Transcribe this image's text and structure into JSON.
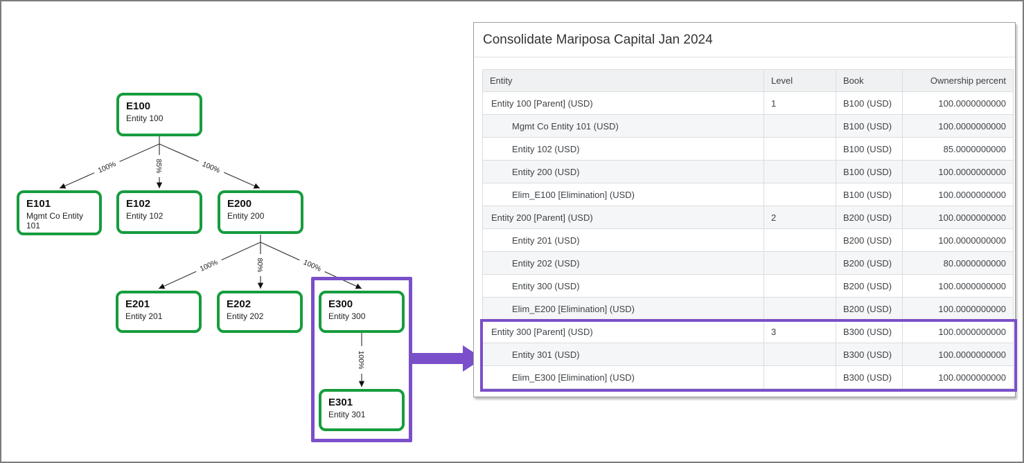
{
  "colors": {
    "node_border_green": "#169c3e",
    "highlight_purple": "#7a4fc9",
    "header_row_bg": "#f0f1f2",
    "zebra_row_bg": "#f5f6f7"
  },
  "diagram": {
    "nodes": [
      {
        "id": "E100",
        "name": "Entity 100"
      },
      {
        "id": "E101",
        "name": "Mgmt Co Entity 101"
      },
      {
        "id": "E102",
        "name": "Entity 102"
      },
      {
        "id": "E200",
        "name": "Entity 200"
      },
      {
        "id": "E201",
        "name": "Entity 201"
      },
      {
        "id": "E202",
        "name": "Entity 202"
      },
      {
        "id": "E300",
        "name": "Entity 300"
      },
      {
        "id": "E301",
        "name": "Entity 301"
      }
    ],
    "edges": [
      {
        "from": "E100",
        "to": "E101",
        "label": "100%"
      },
      {
        "from": "E100",
        "to": "E102",
        "label": "85%"
      },
      {
        "from": "E100",
        "to": "E200",
        "label": "100%"
      },
      {
        "from": "E200",
        "to": "E201",
        "label": "100%"
      },
      {
        "from": "E200",
        "to": "E202",
        "label": "80%"
      },
      {
        "from": "E200",
        "to": "E300",
        "label": "100%"
      },
      {
        "from": "E300",
        "to": "E301",
        "label": "100%"
      }
    ]
  },
  "panel": {
    "title": "Consolidate Mariposa Capital Jan 2024",
    "table": {
      "columns": [
        "Entity",
        "Level",
        "Book",
        "Ownership percent"
      ],
      "rows": [
        {
          "entity": "Entity 100 [Parent] (USD)",
          "level": "1",
          "book": "B100 (USD)",
          "ownership": "100.0000000000",
          "indent": false
        },
        {
          "entity": "Mgmt Co Entity 101 (USD)",
          "level": "",
          "book": "B100 (USD)",
          "ownership": "100.0000000000",
          "indent": true
        },
        {
          "entity": "Entity 102 (USD)",
          "level": "",
          "book": "B100 (USD)",
          "ownership": "85.0000000000",
          "indent": true
        },
        {
          "entity": "Entity 200 (USD)",
          "level": "",
          "book": "B100 (USD)",
          "ownership": "100.0000000000",
          "indent": true
        },
        {
          "entity": "Elim_E100 [Elimination] (USD)",
          "level": "",
          "book": "B100 (USD)",
          "ownership": "100.0000000000",
          "indent": true
        },
        {
          "entity": "Entity 200 [Parent] (USD)",
          "level": "2",
          "book": "B200 (USD)",
          "ownership": "100.0000000000",
          "indent": false
        },
        {
          "entity": "Entity 201 (USD)",
          "level": "",
          "book": "B200 (USD)",
          "ownership": "100.0000000000",
          "indent": true
        },
        {
          "entity": "Entity 202 (USD)",
          "level": "",
          "book": "B200 (USD)",
          "ownership": "80.0000000000",
          "indent": true
        },
        {
          "entity": "Entity 300 (USD)",
          "level": "",
          "book": "B200 (USD)",
          "ownership": "100.0000000000",
          "indent": true
        },
        {
          "entity": "Elim_E200 [Elimination] (USD)",
          "level": "",
          "book": "B200 (USD)",
          "ownership": "100.0000000000",
          "indent": true
        },
        {
          "entity": "Entity 300 [Parent] (USD)",
          "level": "3",
          "book": "B300 (USD)",
          "ownership": "100.0000000000",
          "indent": false
        },
        {
          "entity": "Entity 301 (USD)",
          "level": "",
          "book": "B300 (USD)",
          "ownership": "100.0000000000",
          "indent": true
        },
        {
          "entity": "Elim_E300 [Elimination] (USD)",
          "level": "",
          "book": "B300 (USD)",
          "ownership": "100.0000000000",
          "indent": true
        }
      ],
      "highlighted_row_start": 10,
      "highlighted_row_end": 12
    }
  }
}
